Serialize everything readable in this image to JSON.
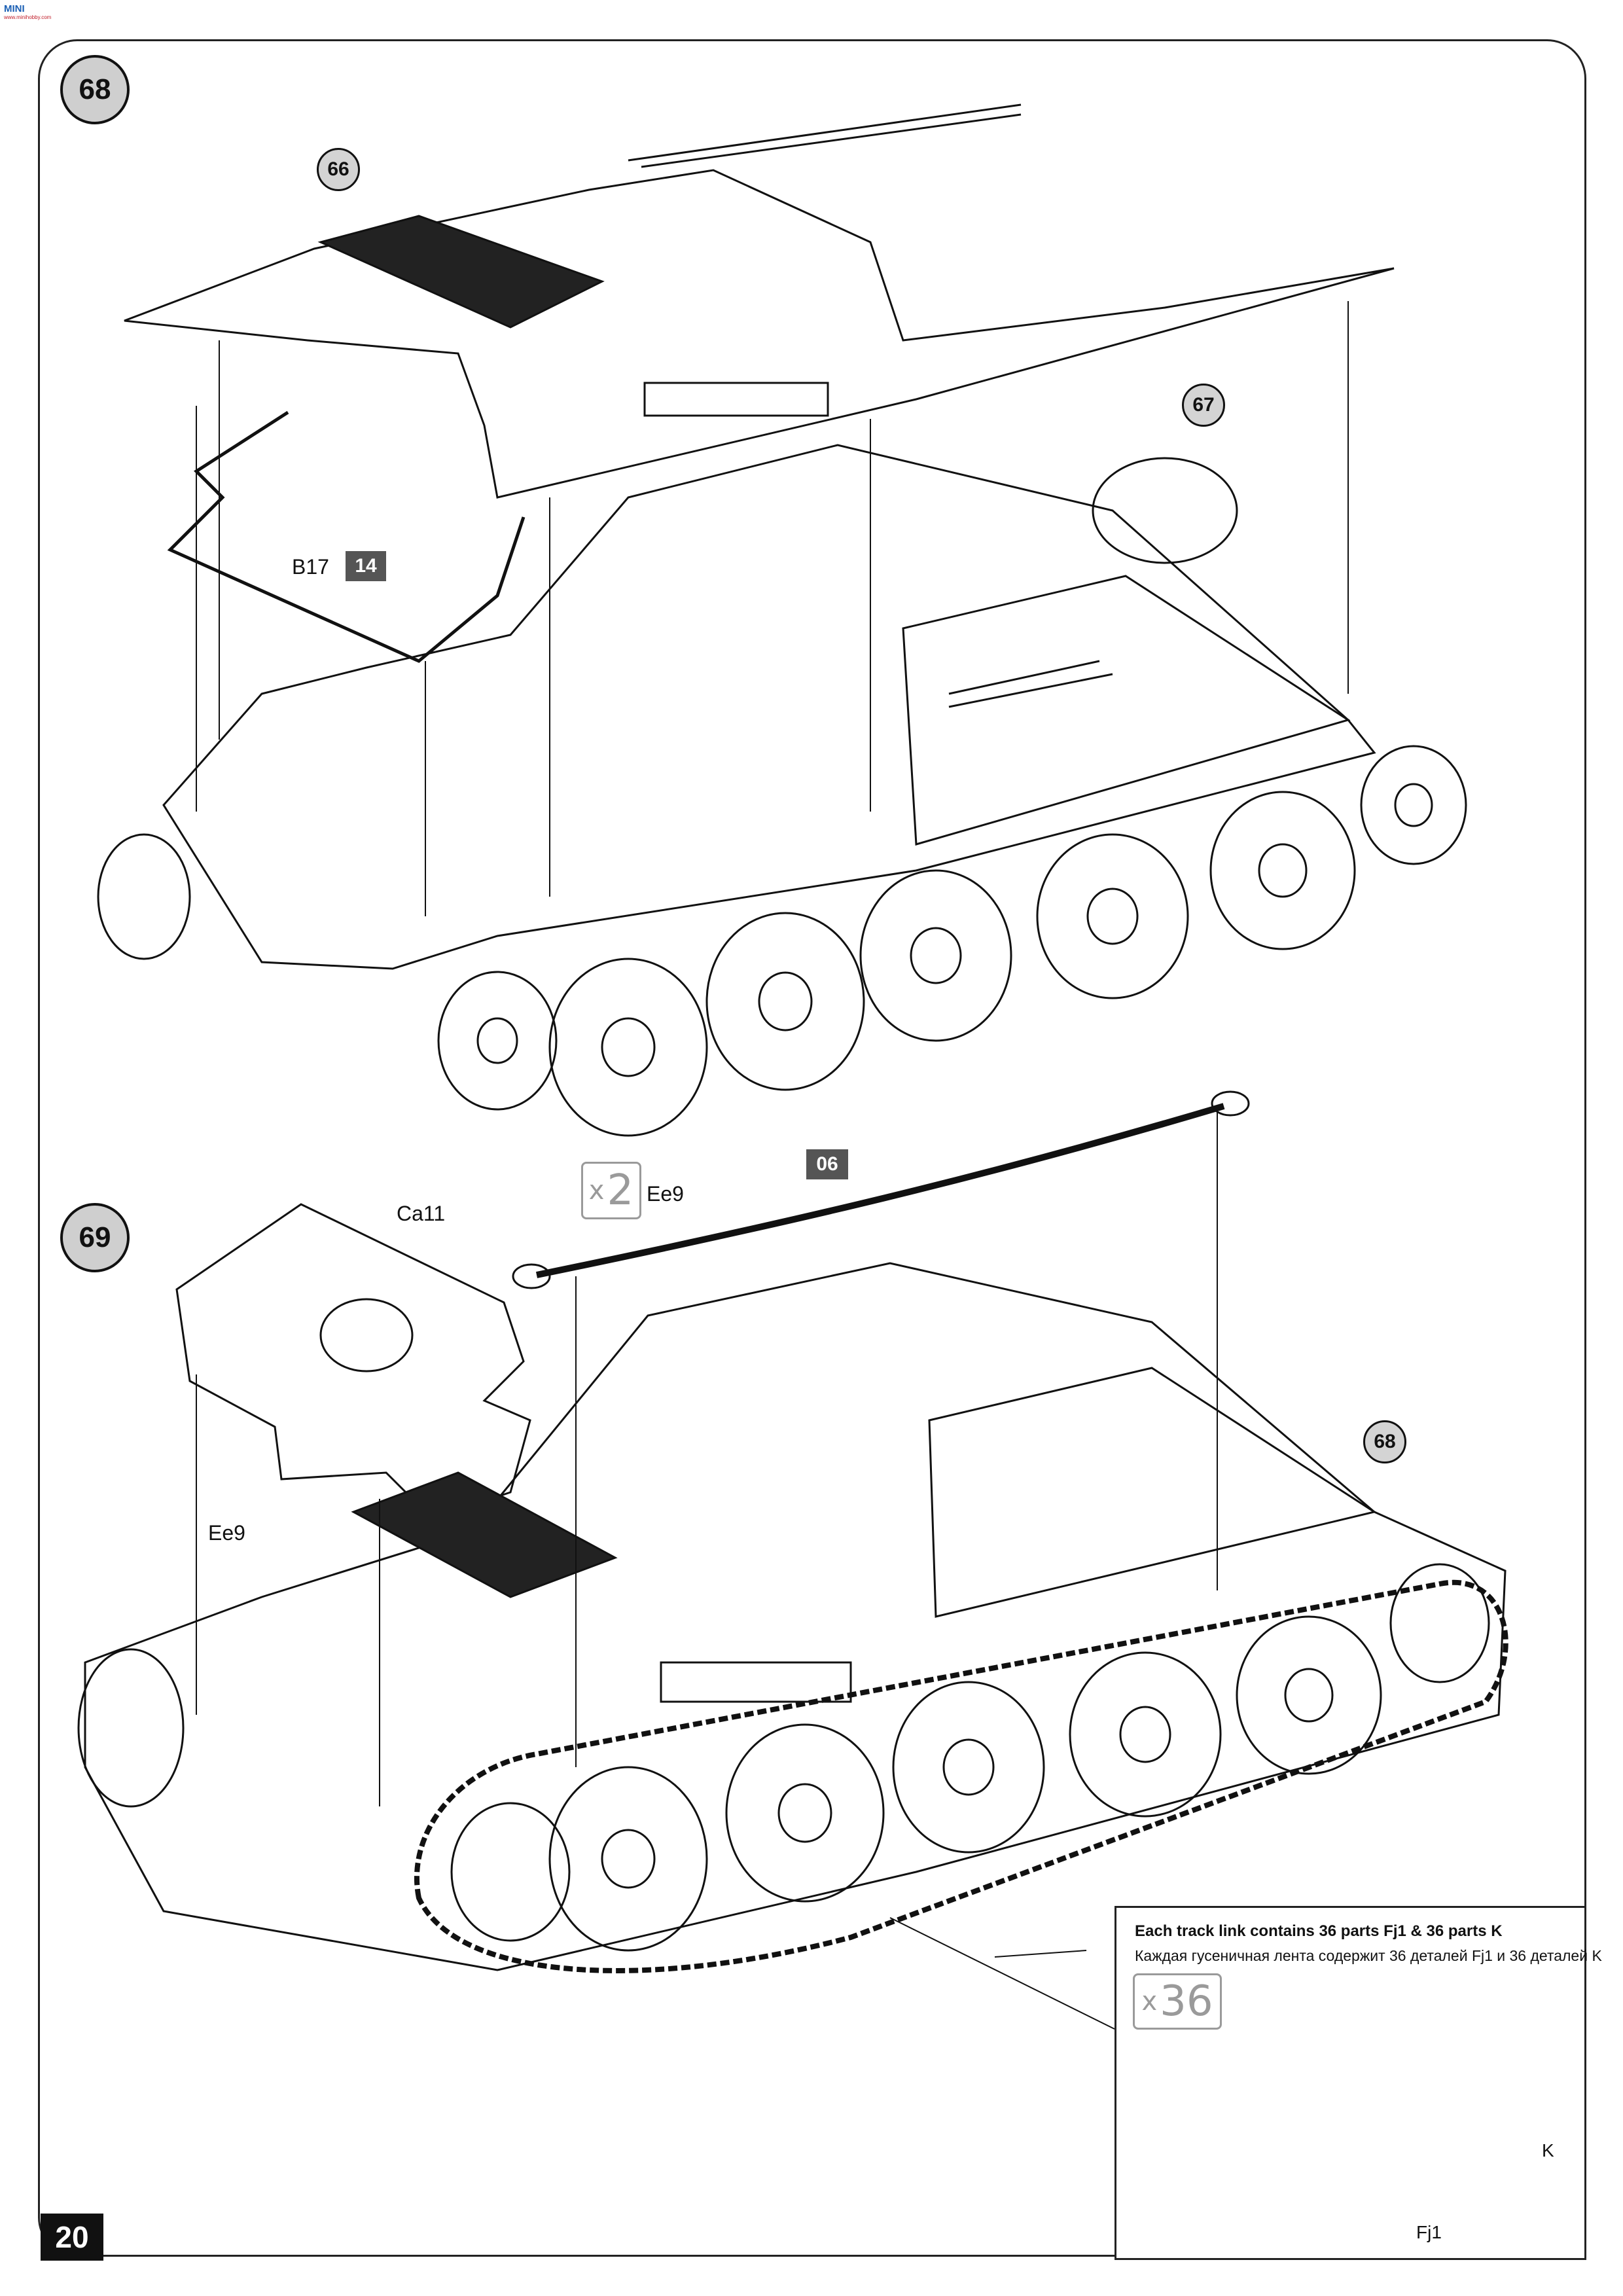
{
  "watermark": {
    "text": "MINI",
    "subtext": "www.minihobby.com"
  },
  "steps": [
    {
      "number": "68"
    },
    {
      "number": "69"
    }
  ],
  "step68": {
    "refs": {
      "part66": "66",
      "part67": "67"
    },
    "part_label": "B17",
    "paint_code": "14"
  },
  "step69": {
    "refs": {
      "part68": "68"
    },
    "part_ca11": "Ca11",
    "part_ee9_top": "Ee9",
    "part_ee9_left": "Ee9",
    "paint_code": "06",
    "multiplier": {
      "x": "x",
      "count": "2"
    }
  },
  "inset": {
    "title": "Each track link contains 36 parts Fj1 & 36 parts K",
    "subtitle": "Каждая гусеничная лента содержит 36 деталей Fj1 и 36 деталей K",
    "multiplier": {
      "x": "x",
      "count": "36"
    },
    "label_k": "K",
    "label_fj1": "Fj1"
  },
  "page_number": "20",
  "colors": {
    "badge_fill": "#cfcfcf",
    "paint_square": "#555555",
    "line": "#111111"
  }
}
